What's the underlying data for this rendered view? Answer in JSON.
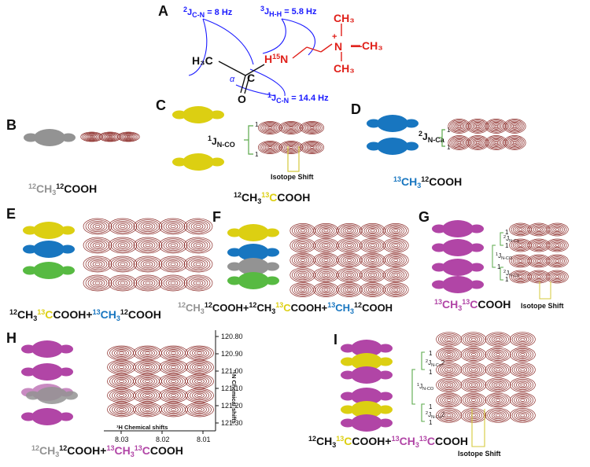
{
  "panel_labels": {
    "a": "A",
    "b": "B",
    "c": "C",
    "d": "D",
    "e": "E",
    "f": "F",
    "g": "G",
    "h": "H",
    "i": "I"
  },
  "colors": {
    "gray": "#939393",
    "yellow": "#dccf12",
    "blue": "#1876c0",
    "green": "#57ba42",
    "magenta": "#b145a6",
    "contour": "#8b2a27",
    "bracket": "#5aa84a",
    "isotope_line": "#d4c93b",
    "j_text": "#1a1aff",
    "red": "#e0201a"
  },
  "structure": {
    "j_cn2": {
      "pre": "2",
      "main": "J",
      "sub": "C-N",
      "value": " = 8 Hz"
    },
    "j_hh3": {
      "pre": "3",
      "main": "J",
      "sub": "H-H",
      "value": " = 5.8 Hz"
    },
    "j_cn1": {
      "pre": "1",
      "main": "J",
      "sub": "C-N",
      "value": " = 14.4 Hz"
    },
    "h3c": "H₃C",
    "h15n": {
      "pre": "H",
      "iso": "15",
      "el": "N"
    },
    "ch3_top": "CH₃",
    "ch3_right": "—CH₃",
    "ch3_bottom": "CH₃",
    "n_plus": "N",
    "plus": "+",
    "c": "C",
    "o": "O",
    "alpha": "α"
  },
  "captions": {
    "b": {
      "i1": "12",
      "t1": "CH",
      "s1": "3",
      "i2": "12",
      "t2": "COOH"
    },
    "c": {
      "i1": "12",
      "t1": "CH",
      "s1": "3",
      "i2": "13",
      "t2": "COOH"
    },
    "d": {
      "i1": "13",
      "t1": "CH",
      "s1": "3",
      "i2": "12",
      "t2": "COOH"
    },
    "e": {
      "a_i1": "12",
      "a_t1": "CH",
      "a_s1": "3",
      "a_i2": "13",
      "a_t2": "COOH+",
      "b_i1": "13",
      "b_t1": "CH",
      "b_s1": "3",
      "b_i2": "12",
      "b_t2": "COOH"
    },
    "f": {
      "a_i1": "12",
      "a_t1": "CH",
      "a_s1": "3",
      "a_i2": "12",
      "a_t2": "COOH+",
      "b_i1": "12",
      "b_t1": "CH",
      "b_s1": "3",
      "b_i2": "13",
      "b_t2": "COOH+",
      "c_i1": "13",
      "c_t1": "CH",
      "c_s1": "3",
      "c_i2": "12",
      "c_t2": "COOH"
    },
    "g": {
      "i1": "13",
      "t1": "CH",
      "s1": "3",
      "i2": "13",
      "t2": "COOH"
    },
    "h": {
      "a_i1": "12",
      "a_t1": "CH",
      "a_s1": "3",
      "a_i2": "12",
      "a_t2": "COOH+",
      "b_i1": "13",
      "b_t1": "CH",
      "b_s1": "3",
      "b_i2": "13",
      "b_t2": "COOH"
    },
    "i": {
      "a_i1": "12",
      "a_t1": "CH",
      "a_s1": "3",
      "a_i2": "13",
      "a_t2": "COOH+",
      "b_i1": "13",
      "b_t1": "CH",
      "b_s1": "3",
      "b_i2": "13",
      "b_t2": "COOH"
    }
  },
  "isotope_shift": "Isotope Shift",
  "coupling_labels": {
    "c_main": "J",
    "c_pre": "1",
    "c_sub": "N-CO",
    "d_main": "J",
    "d_pre": "2",
    "d_sub": "N-Ca",
    "one": "1"
  },
  "g_brackets": [
    {
      "pre": "2",
      "main": "J",
      "sub": "N-Ca"
    },
    {
      "pre": "1",
      "main": "J",
      "sub": "N-CO"
    },
    {
      "pre": "2",
      "main": "J",
      "sub": "N-Ca"
    }
  ],
  "i_brackets": [
    {
      "pre": "2",
      "main": "J",
      "sub": "N-Ca",
      "tail": "2"
    },
    {
      "pre": "1",
      "main": "J",
      "sub": "N-CO",
      "tail": ""
    },
    {
      "pre": "2",
      "main": "J",
      "sub": "N-Ca",
      "tail": "2"
    }
  ],
  "h_axis": {
    "y_title": "¹⁵N Chemical shifts",
    "x_title": "¹H Chemical shifts",
    "y_ticks": [
      "120.80",
      "120.90",
      "121.00",
      "121.10",
      "121.20",
      "121.30"
    ],
    "x_ticks": [
      "8.03",
      "8.02",
      "8.01"
    ]
  }
}
